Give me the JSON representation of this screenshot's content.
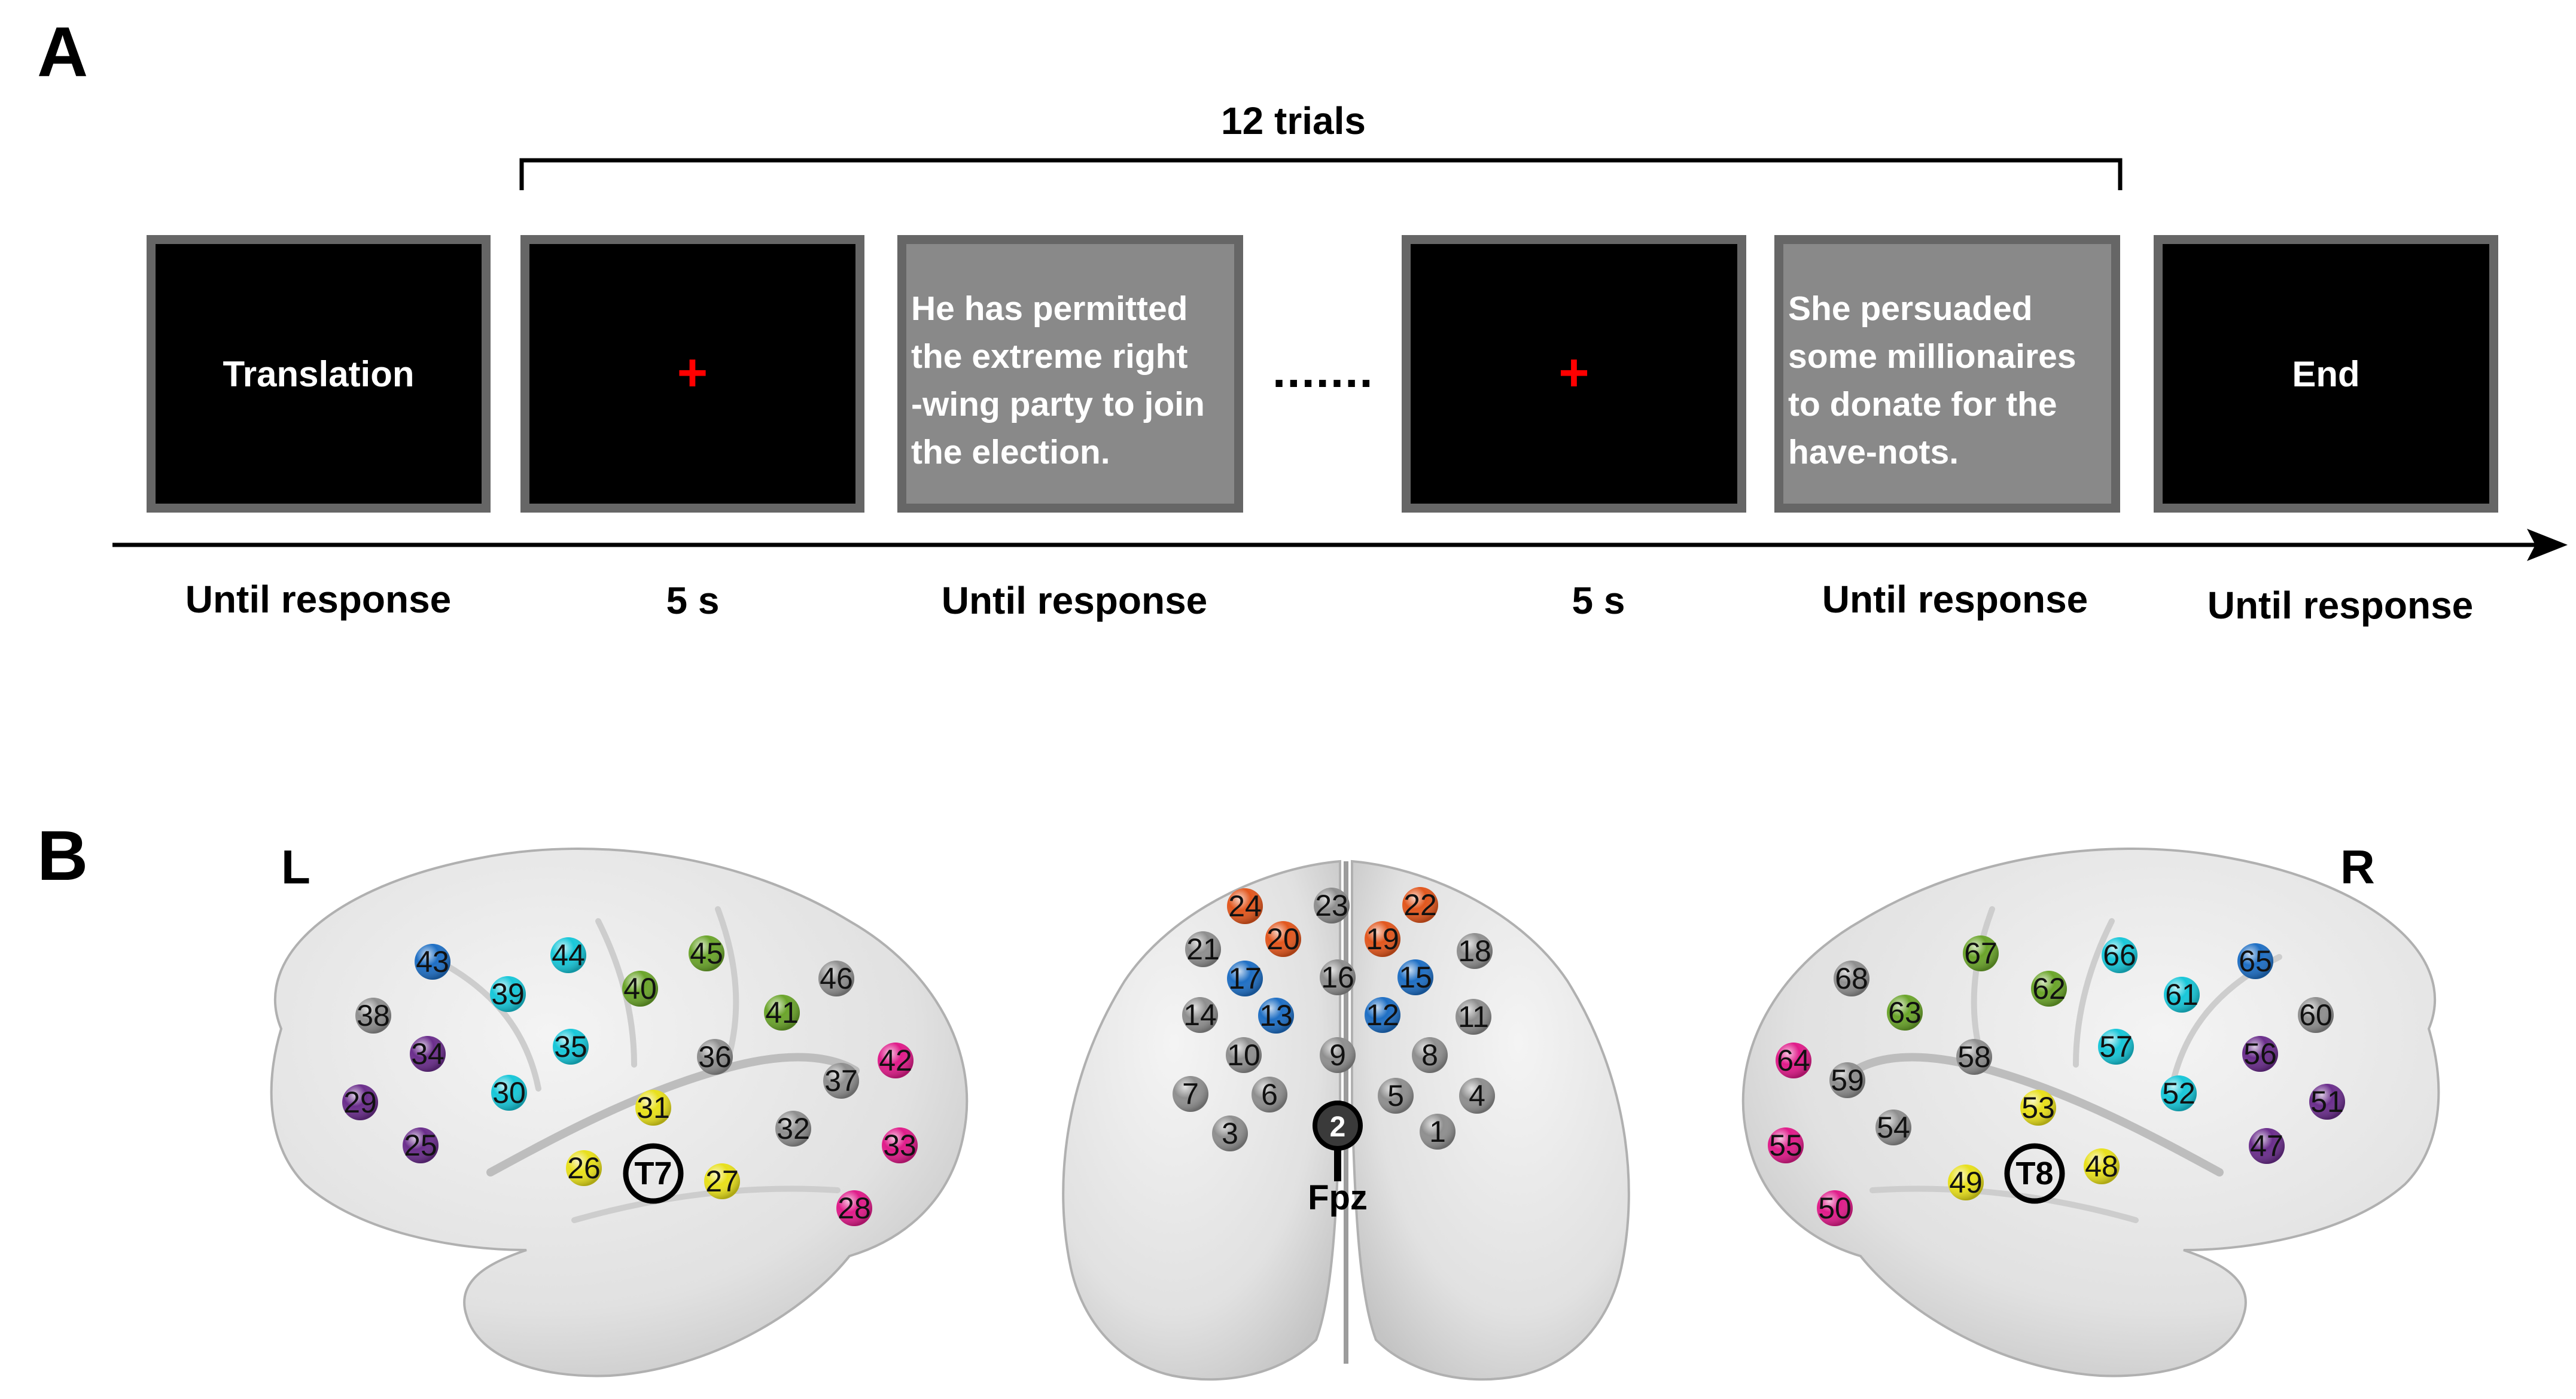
{
  "panel_a": {
    "letter": "A",
    "brace_label": "12 trials",
    "ellipsis": ".......",
    "screens": [
      {
        "label": "Translation"
      },
      {
        "fixation": "+"
      },
      {
        "sentence": [
          "He has permitted",
          "the extreme right",
          "-wing party to join",
          "the election."
        ]
      },
      {
        "fixation": "+"
      },
      {
        "sentence": [
          "She persuaded",
          "some millionaires",
          "to donate for the",
          "have-nots."
        ]
      },
      {
        "label": "End"
      }
    ],
    "durations": [
      "Until response",
      "5 s",
      "Until response",
      "5 s",
      "Until response",
      "Until response"
    ]
  },
  "panel_b": {
    "letter": "B",
    "left_label": "L",
    "right_label": "R",
    "landmarks": {
      "t7": "T7",
      "t8": "T8",
      "ref_num": "2",
      "fpz": "Fpz"
    },
    "channel_colors": {
      "gray": "#8f8f8f",
      "orange": "#e2571e",
      "blue": "#1f6fc4",
      "cyan": "#18c7d9",
      "green": "#6ba52b",
      "yellow": "#e8e01c",
      "purple": "#6b2e8c",
      "magenta": "#e01c8a"
    },
    "channels": [
      {
        "n": "1",
        "c": "gray"
      },
      {
        "n": "3",
        "c": "gray"
      },
      {
        "n": "4",
        "c": "gray"
      },
      {
        "n": "5",
        "c": "gray"
      },
      {
        "n": "6",
        "c": "gray"
      },
      {
        "n": "7",
        "c": "gray"
      },
      {
        "n": "8",
        "c": "gray"
      },
      {
        "n": "9",
        "c": "gray"
      },
      {
        "n": "10",
        "c": "gray"
      },
      {
        "n": "11",
        "c": "gray"
      },
      {
        "n": "12",
        "c": "blue"
      },
      {
        "n": "13",
        "c": "blue"
      },
      {
        "n": "14",
        "c": "gray"
      },
      {
        "n": "15",
        "c": "blue"
      },
      {
        "n": "16",
        "c": "gray"
      },
      {
        "n": "17",
        "c": "blue"
      },
      {
        "n": "18",
        "c": "gray"
      },
      {
        "n": "19",
        "c": "orange"
      },
      {
        "n": "20",
        "c": "orange"
      },
      {
        "n": "21",
        "c": "gray"
      },
      {
        "n": "22",
        "c": "orange"
      },
      {
        "n": "23",
        "c": "gray"
      },
      {
        "n": "24",
        "c": "orange"
      },
      {
        "n": "25",
        "c": "purple"
      },
      {
        "n": "26",
        "c": "yellow"
      },
      {
        "n": "27",
        "c": "yellow"
      },
      {
        "n": "28",
        "c": "magenta"
      },
      {
        "n": "29",
        "c": "purple"
      },
      {
        "n": "30",
        "c": "cyan"
      },
      {
        "n": "31",
        "c": "yellow"
      },
      {
        "n": "32",
        "c": "gray"
      },
      {
        "n": "33",
        "c": "magenta"
      },
      {
        "n": "34",
        "c": "purple"
      },
      {
        "n": "35",
        "c": "cyan"
      },
      {
        "n": "36",
        "c": "gray"
      },
      {
        "n": "37",
        "c": "gray"
      },
      {
        "n": "38",
        "c": "gray"
      },
      {
        "n": "39",
        "c": "cyan"
      },
      {
        "n": "40",
        "c": "green"
      },
      {
        "n": "41",
        "c": "green"
      },
      {
        "n": "42",
        "c": "magenta"
      },
      {
        "n": "43",
        "c": "blue"
      },
      {
        "n": "44",
        "c": "cyan"
      },
      {
        "n": "45",
        "c": "green"
      },
      {
        "n": "46",
        "c": "gray"
      },
      {
        "n": "47",
        "c": "purple"
      },
      {
        "n": "48",
        "c": "yellow"
      },
      {
        "n": "49",
        "c": "yellow"
      },
      {
        "n": "50",
        "c": "magenta"
      },
      {
        "n": "51",
        "c": "purple"
      },
      {
        "n": "52",
        "c": "cyan"
      },
      {
        "n": "53",
        "c": "yellow"
      },
      {
        "n": "54",
        "c": "gray"
      },
      {
        "n": "55",
        "c": "magenta"
      },
      {
        "n": "56",
        "c": "purple"
      },
      {
        "n": "57",
        "c": "cyan"
      },
      {
        "n": "58",
        "c": "gray"
      },
      {
        "n": "59",
        "c": "gray"
      },
      {
        "n": "60",
        "c": "gray"
      },
      {
        "n": "61",
        "c": "cyan"
      },
      {
        "n": "62",
        "c": "green"
      },
      {
        "n": "63",
        "c": "green"
      },
      {
        "n": "64",
        "c": "magenta"
      },
      {
        "n": "65",
        "c": "blue"
      },
      {
        "n": "66",
        "c": "cyan"
      },
      {
        "n": "67",
        "c": "green"
      },
      {
        "n": "68",
        "c": "gray"
      }
    ]
  }
}
